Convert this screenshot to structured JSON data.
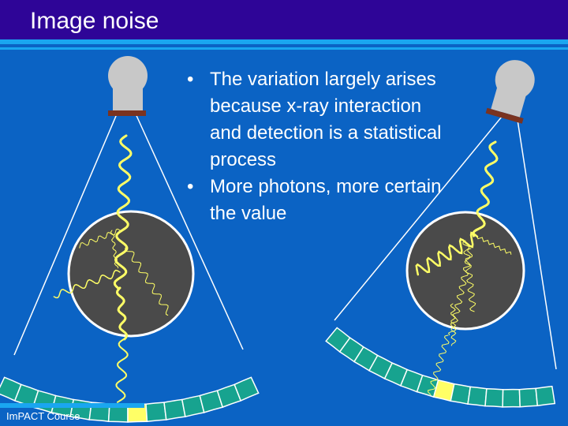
{
  "slide": {
    "title": "Image noise",
    "bullets": [
      "The variation largely arises because x-ray interaction and detection is a statistical process",
      "More photons, more certain the value"
    ],
    "footer": "ImPACT Course"
  },
  "colors": {
    "background": "#0b63c4",
    "title_bar": "#2e0597",
    "accent_stripe": "#1aa6f0",
    "object": "#4a4a4a",
    "detector": "#17a38f",
    "detector_hit": "#ffff66",
    "photon": "#ffff66",
    "tube": "#c8c8c8",
    "collimator": "#7a3320"
  }
}
